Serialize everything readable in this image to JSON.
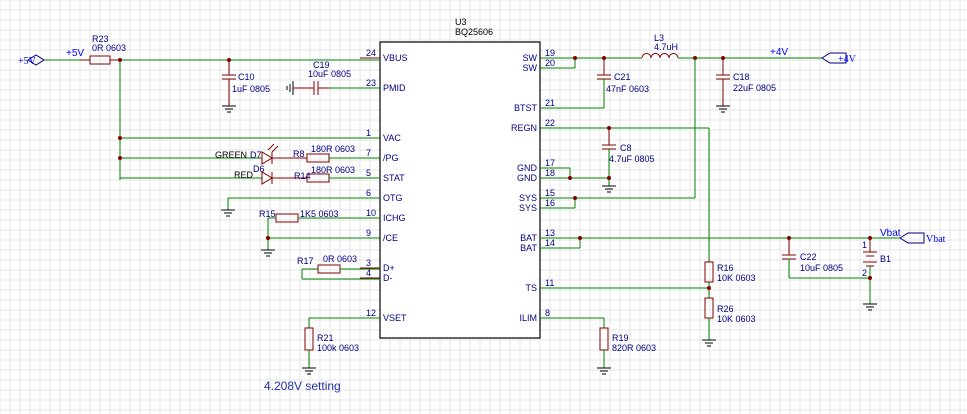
{
  "chip": {
    "ref": "U3",
    "part": "BQ25606",
    "left_pins": [
      {
        "num": "24",
        "name": "VBUS"
      },
      {
        "num": "23",
        "name": "PMID"
      },
      {
        "num": "1",
        "name": "VAC"
      },
      {
        "num": "7",
        "name": "/PG"
      },
      {
        "num": "5",
        "name": "STAT"
      },
      {
        "num": "6",
        "name": "OTG"
      },
      {
        "num": "10",
        "name": "ICHG"
      },
      {
        "num": "9",
        "name": "/CE"
      },
      {
        "num": "3",
        "name": "D+"
      },
      {
        "num": "4",
        "name": "D-"
      },
      {
        "num": "12",
        "name": "VSET"
      }
    ],
    "right_pins": [
      {
        "num": "19",
        "name": "SW"
      },
      {
        "num": "20",
        "name": "SW"
      },
      {
        "num": "21",
        "name": "BTST"
      },
      {
        "num": "22",
        "name": "REGN"
      },
      {
        "num": "17",
        "name": "GND"
      },
      {
        "num": "18",
        "name": "GND"
      },
      {
        "num": "15",
        "name": "SYS"
      },
      {
        "num": "16",
        "name": "SYS"
      },
      {
        "num": "13",
        "name": "BAT"
      },
      {
        "num": "14",
        "name": "BAT"
      },
      {
        "num": "11",
        "name": "TS"
      },
      {
        "num": "8",
        "name": "ILIM"
      }
    ]
  },
  "ports": {
    "in_5v": "+5V",
    "out_4v": "+4V",
    "vbat": "Vbat"
  },
  "nets": {
    "plus5v": "+5V",
    "plus4v": "+4V",
    "vbat": "Vbat"
  },
  "components": {
    "r23": {
      "ref": "R23",
      "value": "0R 0603"
    },
    "c10": {
      "ref": "C10",
      "value": "1uF 0805"
    },
    "c19": {
      "ref": "C19",
      "value": "10uF 0805"
    },
    "d7": {
      "ref": "D7",
      "name": "GREEN"
    },
    "d6": {
      "ref": "D6",
      "name": "RED"
    },
    "r8": {
      "ref": "R8",
      "value": "180R 0603"
    },
    "r14": {
      "ref": "R14",
      "value": "180R 0603"
    },
    "r15": {
      "ref": "R15",
      "value": "1K5 0603"
    },
    "r17": {
      "ref": "R17",
      "value": "0R 0603"
    },
    "r21": {
      "ref": "R21",
      "value": "100k 0603"
    },
    "c21": {
      "ref": "C21",
      "value": "47nF 0603"
    },
    "l3": {
      "ref": "L3",
      "value": "4.7uH"
    },
    "c18": {
      "ref": "C18",
      "value": "22uF 0805"
    },
    "c8": {
      "ref": "C8",
      "value": "4.7uF 0805"
    },
    "r16": {
      "ref": "R16",
      "value": "10K 0603"
    },
    "r26": {
      "ref": "R26",
      "value": "10K 0603"
    },
    "r19": {
      "ref": "R19",
      "value": "820R 0603"
    },
    "c22": {
      "ref": "C22",
      "value": "10uF 0805"
    },
    "b1": {
      "ref": "B1",
      "pin1": "1",
      "pin2": "2"
    }
  },
  "note": "4.208V setting"
}
